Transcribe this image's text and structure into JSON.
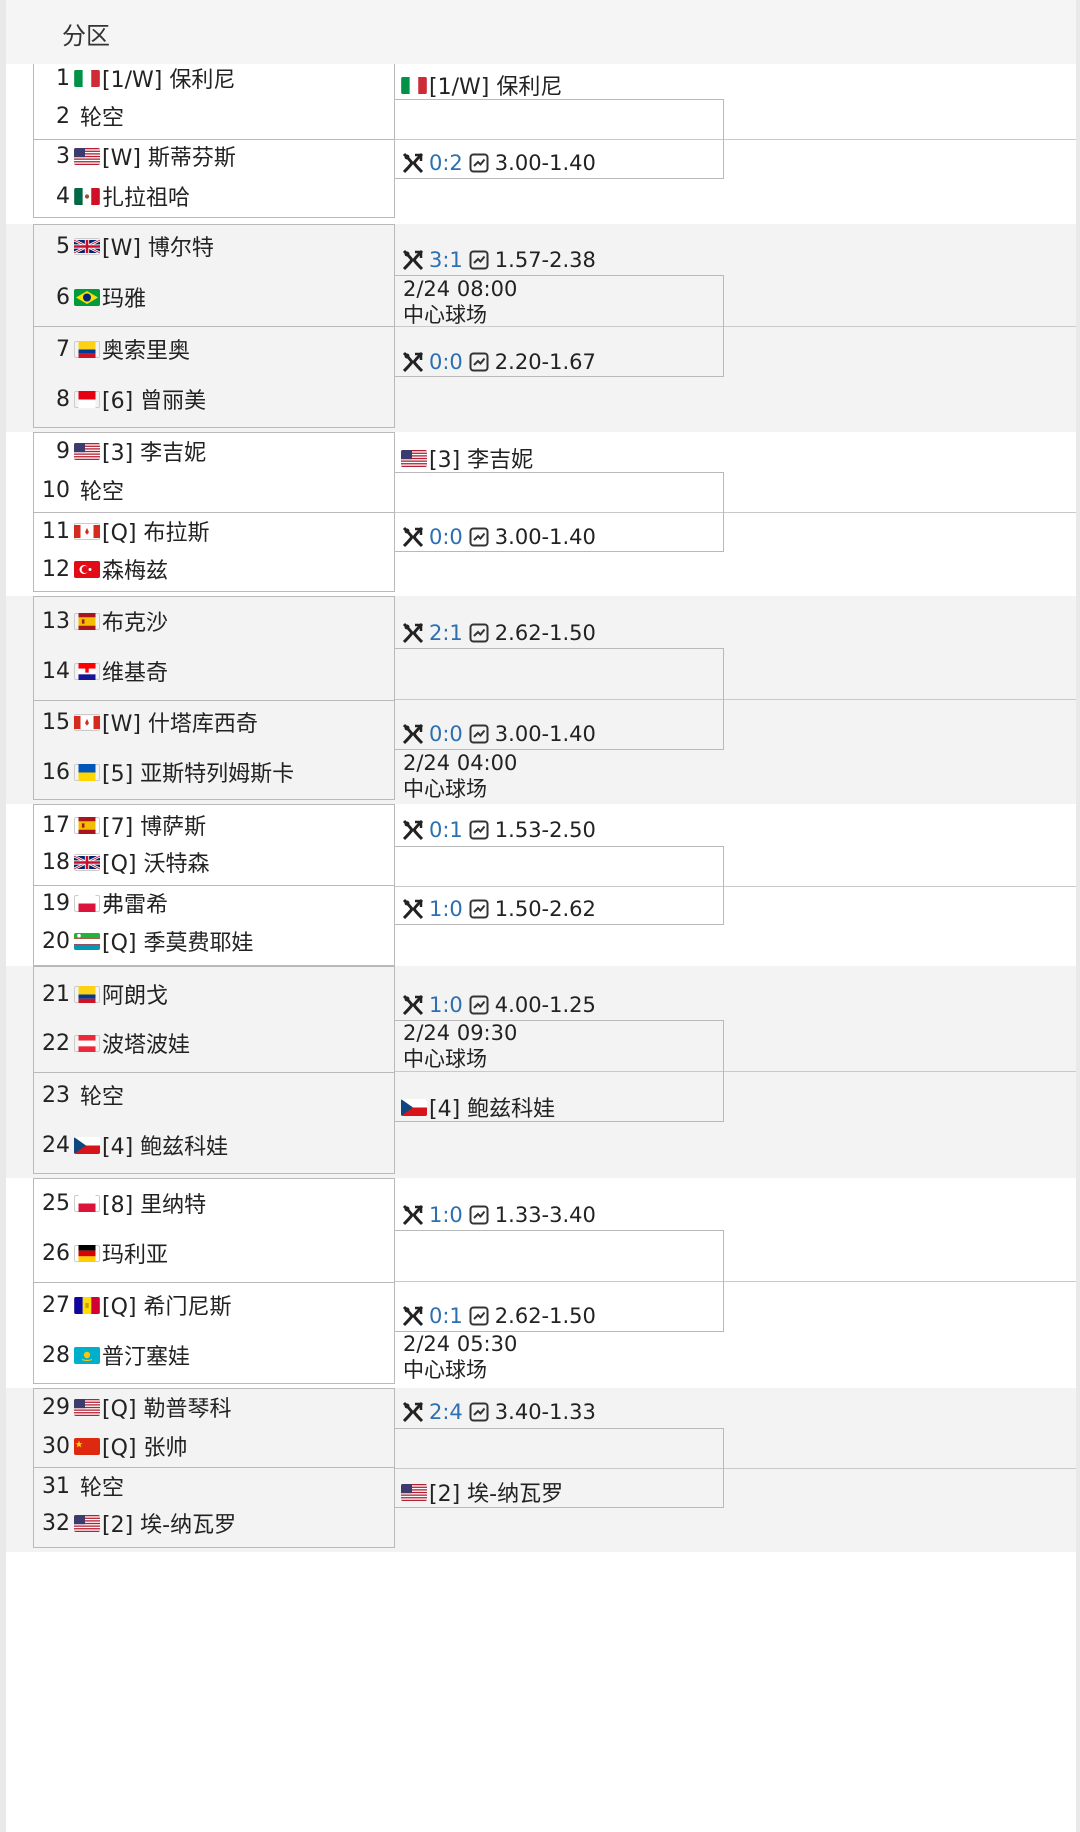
{
  "header": {
    "title": "分区"
  },
  "round1": [
    {
      "seed": "1",
      "flag": "italy",
      "name": "[1/W] 保利尼"
    },
    {
      "seed": "2",
      "flag": "",
      "name": "轮空"
    },
    {
      "seed": "3",
      "flag": "usa",
      "name": "[W] 斯蒂芬斯"
    },
    {
      "seed": "4",
      "flag": "mexico",
      "name": "扎拉祖哈"
    },
    {
      "seed": "5",
      "flag": "uk",
      "name": "[W] 博尔特"
    },
    {
      "seed": "6",
      "flag": "brazil",
      "name": "玛雅"
    },
    {
      "seed": "7",
      "flag": "colombia",
      "name": "奥索里奥"
    },
    {
      "seed": "8",
      "flag": "indonesia",
      "name": "[6] 曾丽美"
    },
    {
      "seed": "9",
      "flag": "usa",
      "name": "[3] 李吉妮"
    },
    {
      "seed": "10",
      "flag": "",
      "name": "轮空"
    },
    {
      "seed": "11",
      "flag": "canada",
      "name": "[Q] 布拉斯"
    },
    {
      "seed": "12",
      "flag": "turkey",
      "name": "森梅兹"
    },
    {
      "seed": "13",
      "flag": "spain",
      "name": "布克沙"
    },
    {
      "seed": "14",
      "flag": "croatia",
      "name": "维基奇"
    },
    {
      "seed": "15",
      "flag": "canada",
      "name": "[W] 什塔库西奇"
    },
    {
      "seed": "16",
      "flag": "ukraine",
      "name": "[5] 亚斯特列姆斯卡"
    },
    {
      "seed": "17",
      "flag": "spain",
      "name": "[7] 博萨斯"
    },
    {
      "seed": "18",
      "flag": "uk",
      "name": "[Q] 沃特森"
    },
    {
      "seed": "19",
      "flag": "poland",
      "name": "弗雷希"
    },
    {
      "seed": "20",
      "flag": "uzbekistan",
      "name": "[Q] 季莫费耶娃"
    },
    {
      "seed": "21",
      "flag": "colombia",
      "name": "阿朗戈"
    },
    {
      "seed": "22",
      "flag": "austria",
      "name": "波塔波娃"
    },
    {
      "seed": "23",
      "flag": "",
      "name": "轮空"
    },
    {
      "seed": "24",
      "flag": "czech",
      "name": "[4] 鲍兹科娃"
    },
    {
      "seed": "25",
      "flag": "poland",
      "name": "[8] 里纳特"
    },
    {
      "seed": "26",
      "flag": "germany",
      "name": "玛利亚"
    },
    {
      "seed": "27",
      "flag": "andorra",
      "name": "[Q] 希门尼斯"
    },
    {
      "seed": "28",
      "flag": "kazakhstan",
      "name": "普汀塞娃"
    },
    {
      "seed": "29",
      "flag": "usa",
      "name": "[Q] 勒普琴科"
    },
    {
      "seed": "30",
      "flag": "china",
      "name": "[Q] 张帅"
    },
    {
      "seed": "31",
      "flag": "",
      "name": "轮空"
    },
    {
      "seed": "32",
      "flag": "usa",
      "name": "[2] 埃-纳瓦罗"
    }
  ],
  "round2": [
    {
      "top": {
        "type": "winner",
        "flag": "italy",
        "name": "[1/W] 保利尼"
      },
      "bottom": {
        "type": "match",
        "score": "0:2",
        "odds": "3.00-1.40"
      }
    },
    {
      "top": {
        "type": "match",
        "score": "3:1",
        "odds": "1.57-2.38"
      },
      "info": {
        "time": "2/24 08:00",
        "venue": "中心球场",
        "pos": "mid"
      },
      "bottom": {
        "type": "match",
        "score": "0:0",
        "odds": "2.20-1.67"
      }
    },
    {
      "top": {
        "type": "winner",
        "flag": "usa",
        "name": "[3] 李吉妮"
      },
      "bottom": {
        "type": "match",
        "score": "0:0",
        "odds": "3.00-1.40"
      }
    },
    {
      "top": {
        "type": "match",
        "score": "2:1",
        "odds": "2.62-1.50"
      },
      "bottom": {
        "type": "match",
        "score": "0:0",
        "odds": "3.00-1.40"
      },
      "info": {
        "time": "2/24 04:00",
        "venue": "中心球场",
        "pos": "after"
      }
    },
    {
      "top": {
        "type": "match",
        "score": "0:1",
        "odds": "1.53-2.50"
      },
      "bottom": {
        "type": "match",
        "score": "1:0",
        "odds": "1.50-2.62"
      }
    },
    {
      "top": {
        "type": "match",
        "score": "1:0",
        "odds": "4.00-1.25"
      },
      "info": {
        "time": "2/24 09:30",
        "venue": "中心球场",
        "pos": "mid"
      },
      "bottom": {
        "type": "winner",
        "flag": "czech",
        "name": "[4] 鲍兹科娃"
      }
    },
    {
      "top": {
        "type": "match",
        "score": "1:0",
        "odds": "1.33-3.40"
      },
      "bottom": {
        "type": "match",
        "score": "0:1",
        "odds": "2.62-1.50"
      },
      "info": {
        "time": "2/24 05:30",
        "venue": "中心球场",
        "pos": "after"
      }
    },
    {
      "top": {
        "type": "match",
        "score": "2:4",
        "odds": "3.40-1.33"
      },
      "bottom": {
        "type": "winner",
        "flag": "usa",
        "name": "[2] 埃-纳瓦罗"
      }
    }
  ]
}
